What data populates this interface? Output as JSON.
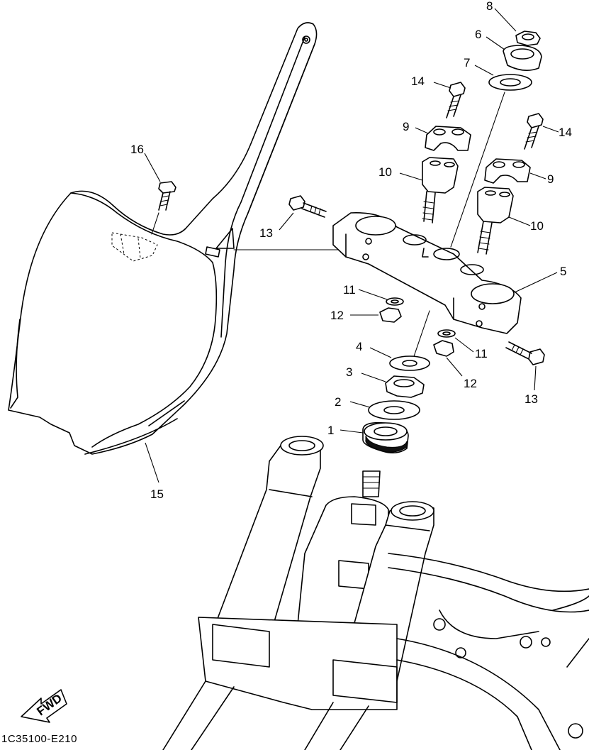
{
  "diagram_code": "1C35100-E210",
  "direction_badge": "FWD",
  "callouts": [
    {
      "id": "c1",
      "text": "1"
    },
    {
      "id": "c2",
      "text": "2"
    },
    {
      "id": "c3",
      "text": "3"
    },
    {
      "id": "c4",
      "text": "4"
    },
    {
      "id": "c5",
      "text": "5"
    },
    {
      "id": "c6",
      "text": "6"
    },
    {
      "id": "c7",
      "text": "7"
    },
    {
      "id": "c8",
      "text": "8"
    },
    {
      "id": "c9a",
      "text": "9"
    },
    {
      "id": "c9b",
      "text": "9"
    },
    {
      "id": "c10a",
      "text": "10"
    },
    {
      "id": "c10b",
      "text": "10"
    },
    {
      "id": "c11a",
      "text": "11"
    },
    {
      "id": "c11b",
      "text": "11"
    },
    {
      "id": "c12a",
      "text": "12"
    },
    {
      "id": "c12b",
      "text": "12"
    },
    {
      "id": "c13a",
      "text": "13"
    },
    {
      "id": "c13b",
      "text": "13"
    },
    {
      "id": "c14a",
      "text": "14"
    },
    {
      "id": "c14b",
      "text": "14"
    },
    {
      "id": "c15",
      "text": "15"
    },
    {
      "id": "c16",
      "text": "16"
    }
  ]
}
